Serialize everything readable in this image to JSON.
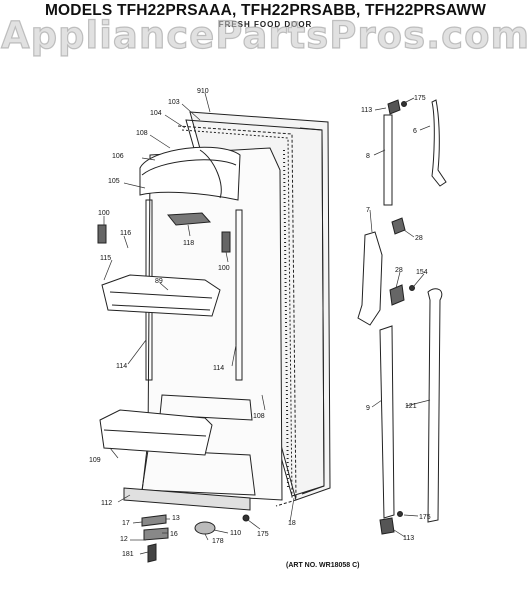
{
  "header": {
    "title": "MODELS TFH22PRSAAA, TFH22PRSABB, TFH22PRSAWW",
    "subtitle": "FRESH FOOD DOOR",
    "watermark": "AppliancePartsPros.com"
  },
  "footer": {
    "art_number": "(ART NO. WR18058 C)"
  },
  "callouts": {
    "c910": "910",
    "c103": "103",
    "c104": "104",
    "c108a": "108",
    "c106": "106",
    "c105": "105",
    "c100a": "100",
    "c116": "116",
    "c118": "118",
    "c100b": "100",
    "c115": "115",
    "c89": "89",
    "c114a": "114",
    "c114b": "114",
    "c108b": "108",
    "c109": "109",
    "c112": "112",
    "c17": "17",
    "c13": "13",
    "c16": "16",
    "c12": "12",
    "c181": "181",
    "c178": "178",
    "c110": "110",
    "c175a": "175",
    "c18": "18",
    "c113a": "113",
    "c175b": "175",
    "c6": "6",
    "c8": "8",
    "c7": "7",
    "c28a": "28",
    "c28b": "28",
    "c154": "154",
    "c9": "9",
    "c121": "121",
    "c175c": "175",
    "c113b": "113"
  }
}
